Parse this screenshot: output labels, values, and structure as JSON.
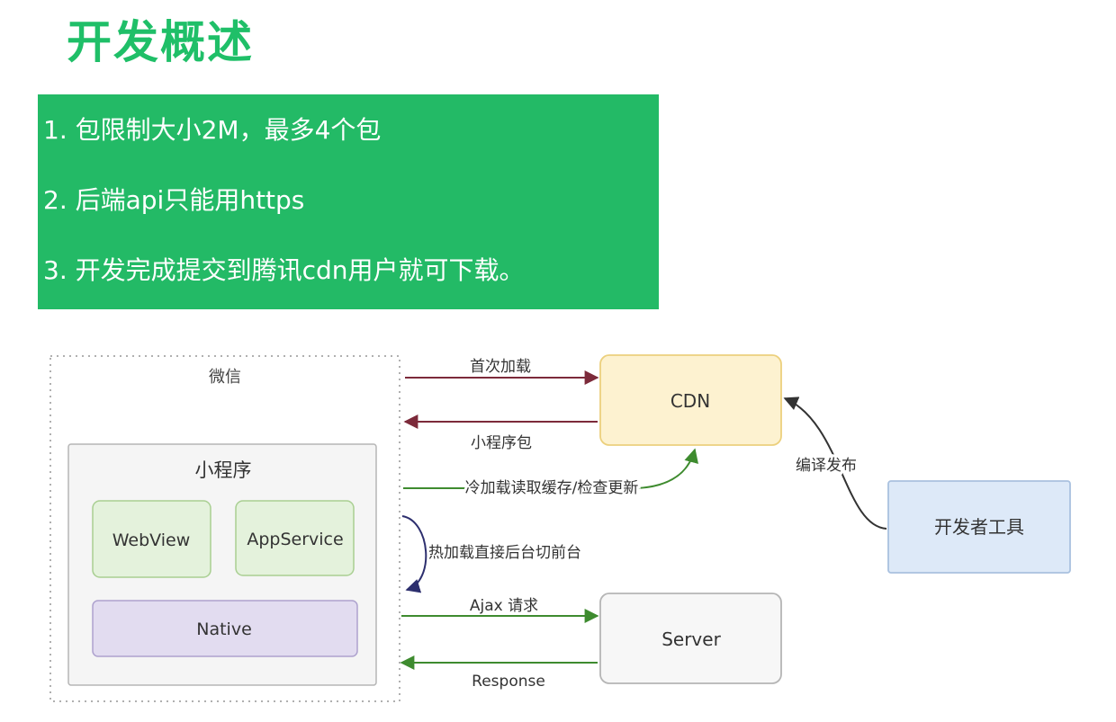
{
  "title": "开发概述",
  "notes": [
    "1. 包限制大小2M，最多4个包",
    "2. 后端api只能用https",
    "3. 开发完成提交到腾讯cdn用户就可下载。"
  ],
  "diagram": {
    "wechat_label": "微信",
    "miniprogram_label": "小程序",
    "webview_label": "WebView",
    "appservice_label": "AppService",
    "native_label": "Native",
    "cdn_label": "CDN",
    "server_label": "Server",
    "devtools_label": "开发者工具",
    "edge_first_load": "首次加载",
    "edge_package": "小程序包",
    "edge_cold_load": "冷加载读取缓存/检查更新",
    "edge_hot_load": "热加载直接后台切前台",
    "edge_ajax": "Ajax 请求",
    "edge_response": "Response",
    "edge_compile_publish": "编译发布",
    "colors": {
      "title_green": "#1fbf68",
      "box_green": "#23ba66",
      "cdn_fill": "#fdf2d0",
      "cdn_border": "#ecd07d",
      "devtools_fill": "#dde9f8",
      "devtools_border": "#a9c1df",
      "inner_fill": "#e4f2dc",
      "inner_border": "#a9cf92",
      "native_fill": "#e2dcf0",
      "native_border": "#aea2ce",
      "arrow_red": "#7c2a3a",
      "arrow_green": "#3e8b2f",
      "arrow_navy": "#2d2f6e"
    }
  }
}
